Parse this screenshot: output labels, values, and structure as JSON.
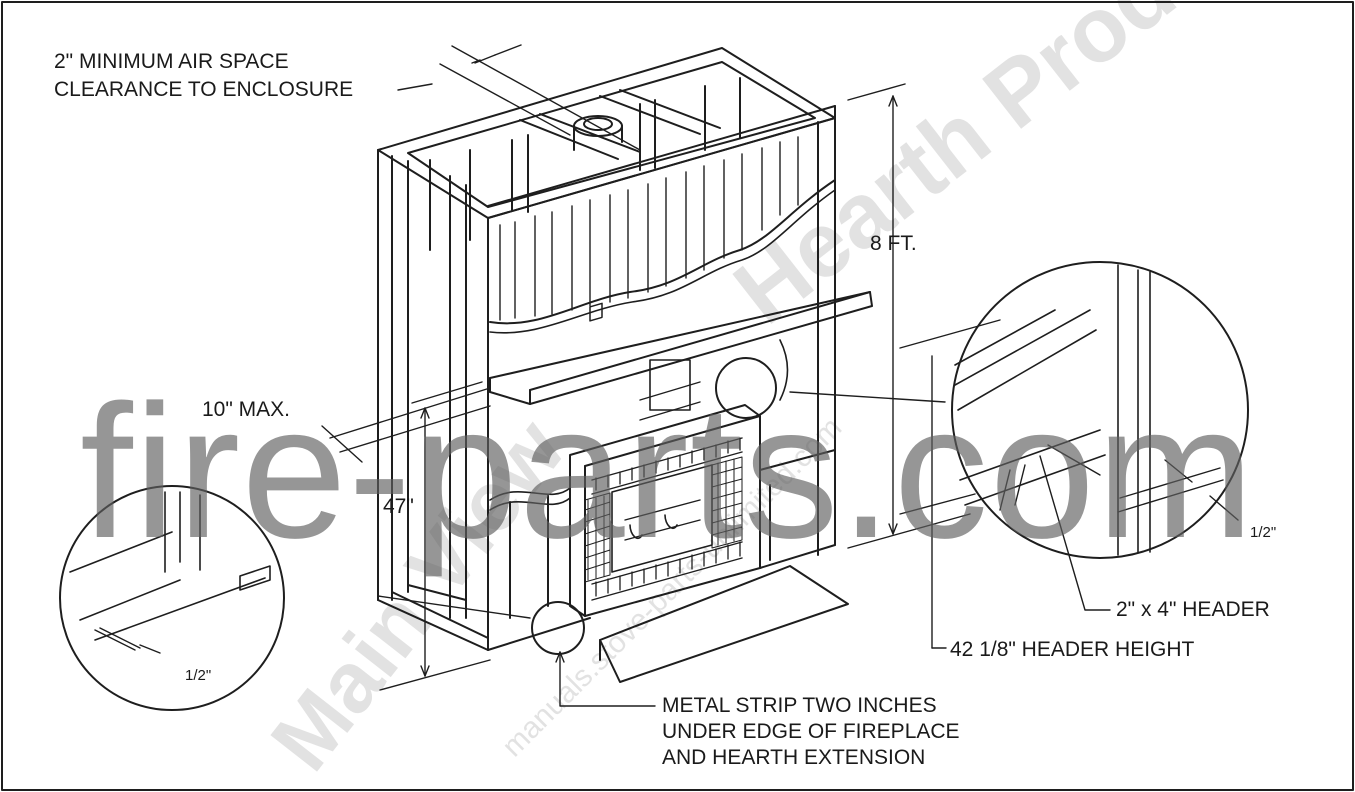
{
  "labels": {
    "air_space_line1": "2\" MINIMUM AIR SPACE",
    "air_space_line2": "CLEARANCE TO ENCLOSURE",
    "eight_ft": "8 FT.",
    "ten_max": "10\" MAX.",
    "forty_seven": "47\"",
    "half_inch_right": "1/2\"",
    "half_inch_left": "1/2\"",
    "header": "2\" x 4\" HEADER",
    "header_height": "42 1/8\" HEADER HEIGHT",
    "metal_strip_line1": "METAL STRIP TWO INCHES",
    "metal_strip_line2": "UNDER EDGE OF FIREPLACE",
    "metal_strip_line3": "AND HEARTH EXTENSION"
  },
  "watermarks": {
    "main": "fire-parts.com",
    "secondary_1": "Hearth Products",
    "secondary_2": "Main View",
    "secondary_3": "manuals.stove-parts-unlimited.com"
  },
  "colors": {
    "line": "#1e1e1e",
    "watermark_main": "#5f5f5f",
    "background": "#ffffff"
  }
}
